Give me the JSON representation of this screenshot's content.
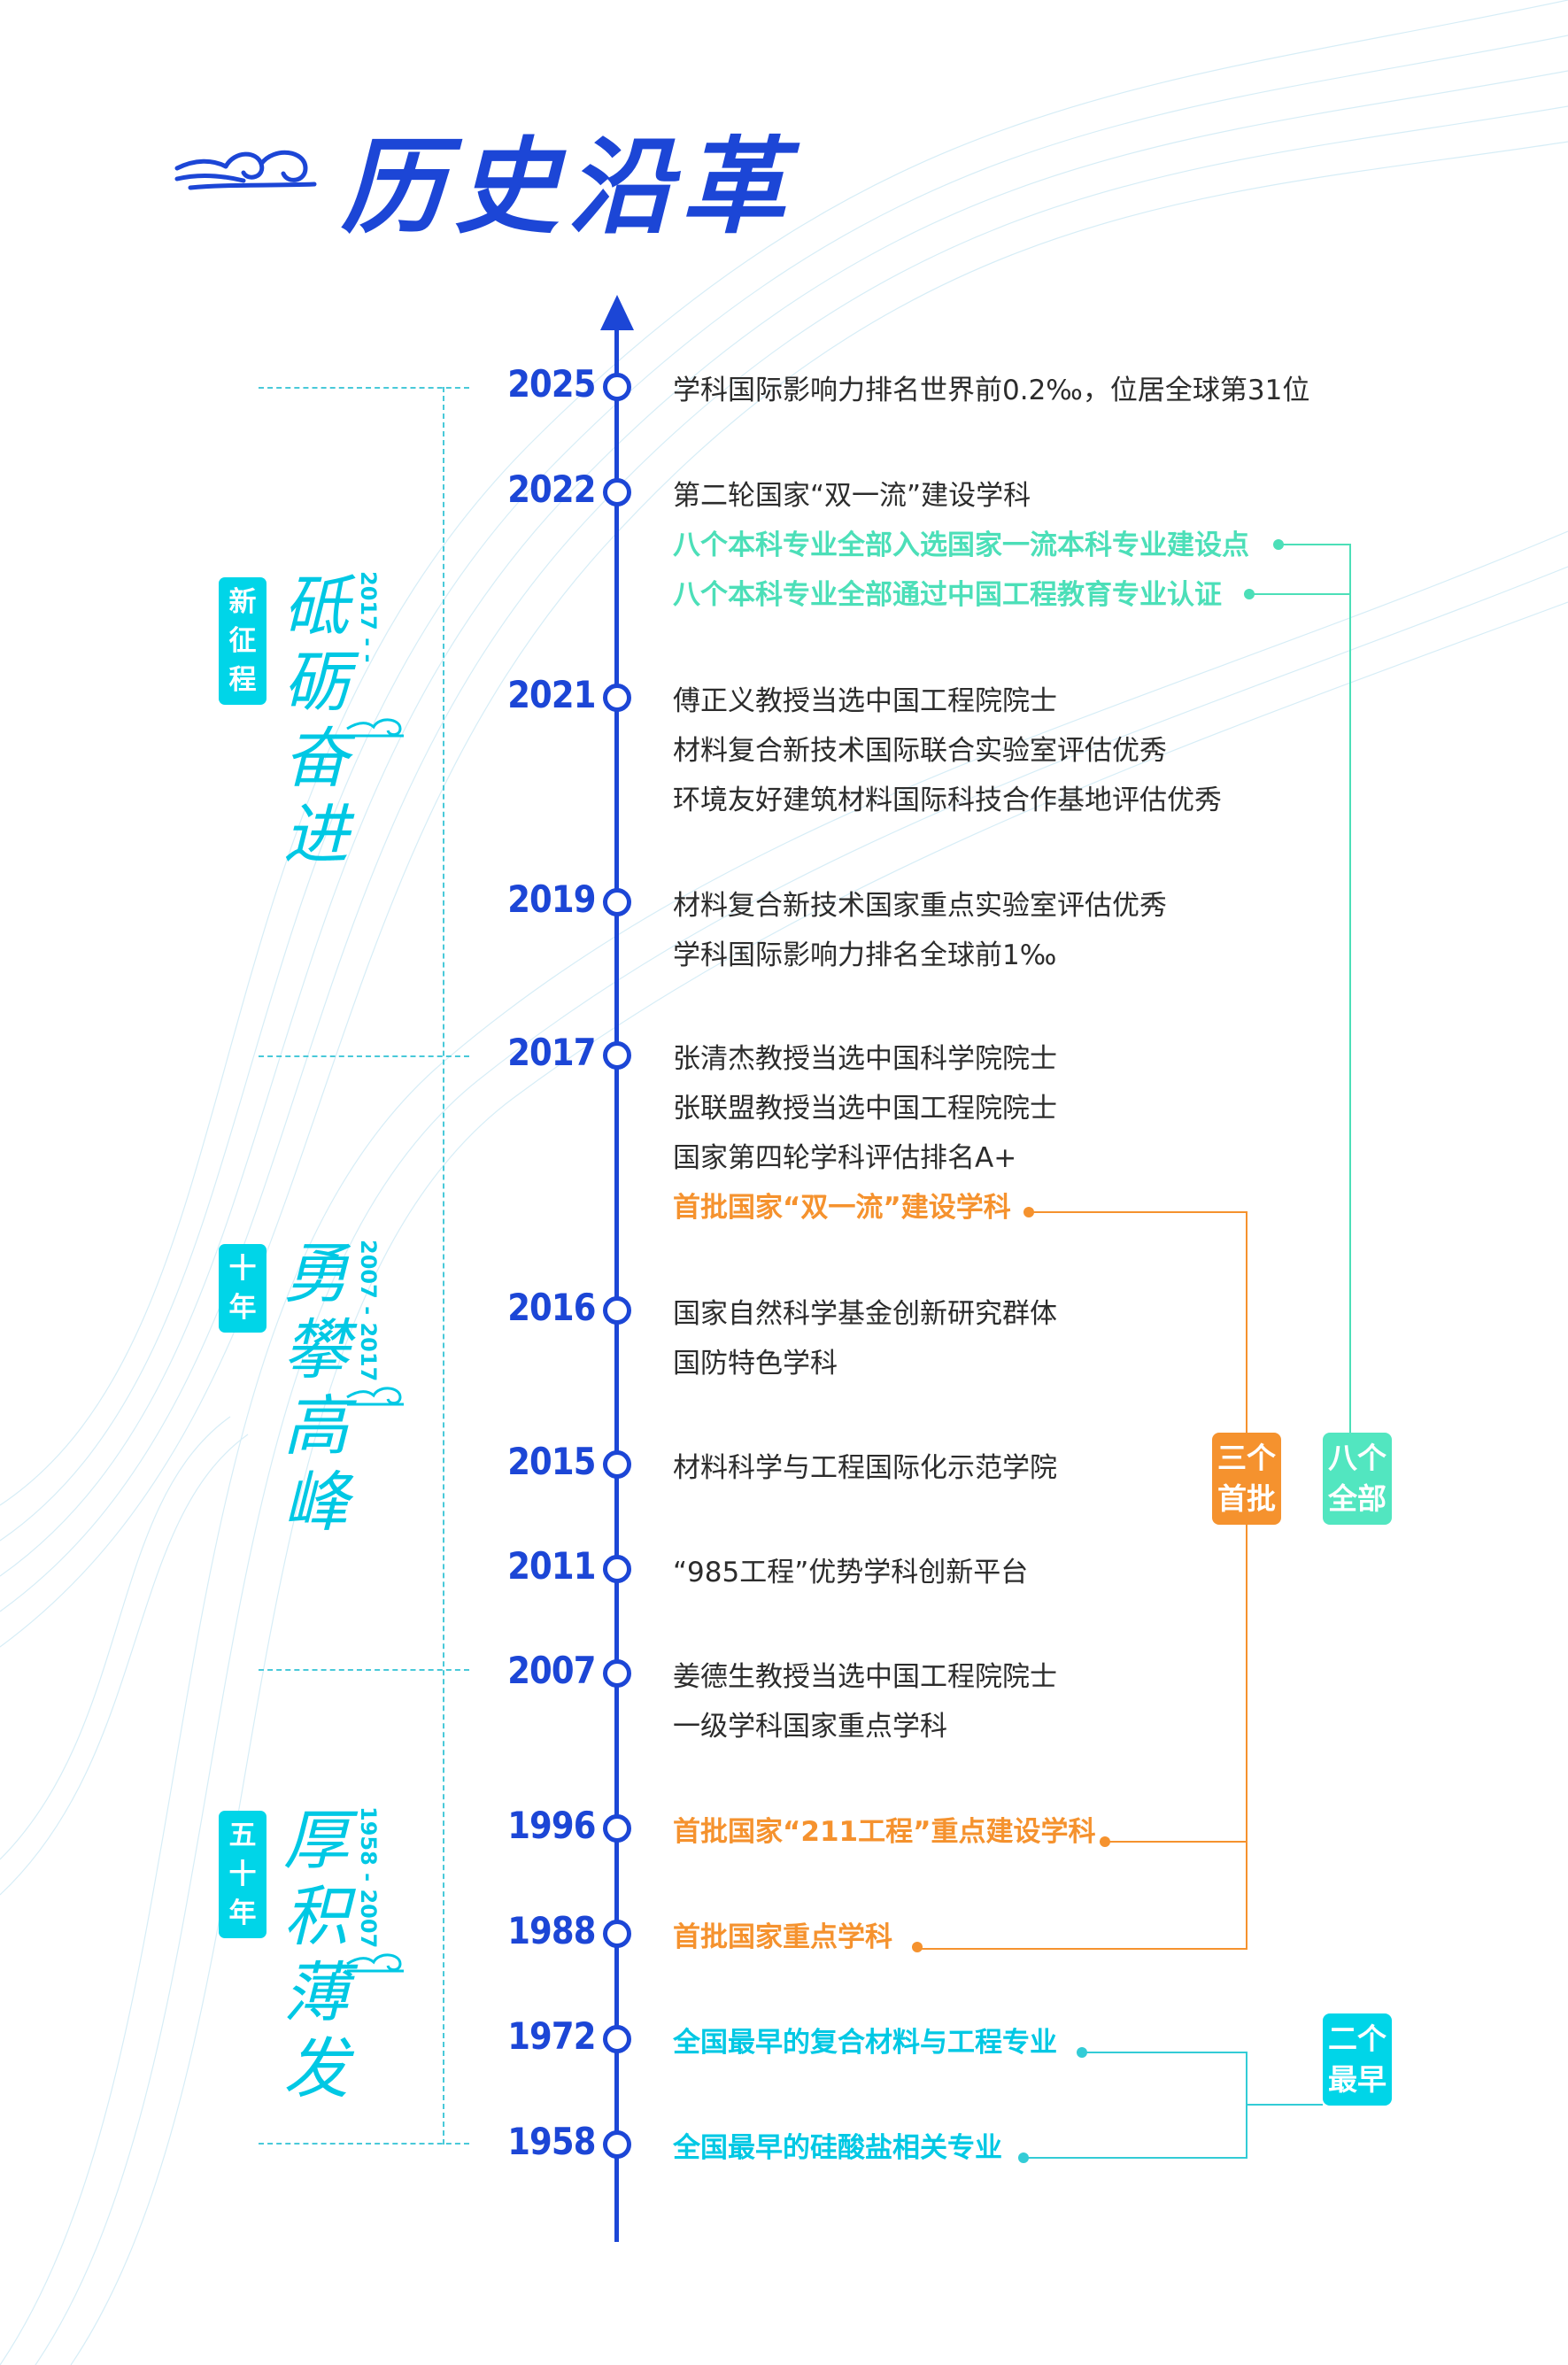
{
  "title": "历史沿革",
  "eras": [
    {
      "box": "新征程",
      "chars": "砥砺奋进",
      "range": "2017 - -"
    },
    {
      "box": "十年",
      "chars": "勇攀高峰",
      "range": "2007 - 2017"
    },
    {
      "box": "五十年",
      "chars": "厚积薄发",
      "range": "1958 - 2007"
    }
  ],
  "timeline": [
    {
      "year": "2025",
      "items": [
        {
          "text": "学科国际影响力排名世界前0.2‰，位居全球第31位",
          "style": "normal"
        }
      ]
    },
    {
      "year": "2022",
      "items": [
        {
          "text": "第二轮国家“双一流”建设学科",
          "style": "normal"
        },
        {
          "text": "八个本科专业全部入选国家一流本科专业建设点",
          "style": "cyan"
        },
        {
          "text": "八个本科专业全部通过中国工程教育专业认证",
          "style": "cyan"
        }
      ]
    },
    {
      "year": "2021",
      "items": [
        {
          "text": "傅正义教授当选中国工程院院士",
          "style": "normal"
        },
        {
          "text": "材料复合新技术国际联合实验室评估优秀",
          "style": "normal"
        },
        {
          "text": "环境友好建筑材料国际科技合作基地评估优秀",
          "style": "normal"
        }
      ]
    },
    {
      "year": "2019",
      "items": [
        {
          "text": "材料复合新技术国家重点实验室评估优秀",
          "style": "normal"
        },
        {
          "text": "学科国际影响力排名全球前1‰",
          "style": "normal"
        }
      ]
    },
    {
      "year": "2017",
      "items": [
        {
          "text": "张清杰教授当选中国科学院院士",
          "style": "normal"
        },
        {
          "text": "张联盟教授当选中国工程院院士",
          "style": "normal"
        },
        {
          "text": "国家第四轮学科评估排名A+",
          "style": "normal"
        },
        {
          "text": "首批国家“双一流”建设学科",
          "style": "orange"
        }
      ]
    },
    {
      "year": "2016",
      "items": [
        {
          "text": "国家自然科学基金创新研究群体",
          "style": "normal"
        },
        {
          "text": "国防特色学科",
          "style": "normal"
        }
      ]
    },
    {
      "year": "2015",
      "items": [
        {
          "text": "材料科学与工程国际化示范学院",
          "style": "normal"
        }
      ]
    },
    {
      "year": "2011",
      "items": [
        {
          "text": "“985工程”优势学科创新平台",
          "style": "normal"
        }
      ]
    },
    {
      "year": "2007",
      "items": [
        {
          "text": "姜德生教授当选中国工程院院士",
          "style": "normal"
        },
        {
          "text": "一级学科国家重点学科",
          "style": "normal"
        }
      ]
    },
    {
      "year": "1996",
      "items": [
        {
          "text": "首批国家“211工程”重点建设学科",
          "style": "orange"
        }
      ]
    },
    {
      "year": "1988",
      "items": [
        {
          "text": "首批国家重点学科",
          "style": "orange"
        }
      ]
    },
    {
      "year": "1972",
      "items": [
        {
          "text": "全国最早的复合材料与工程专业",
          "style": "teal"
        }
      ]
    },
    {
      "year": "1958",
      "items": [
        {
          "text": "全国最早的硅酸盐相关专业",
          "style": "teal"
        }
      ]
    }
  ],
  "brackets": {
    "eight_all": "八个全部",
    "three_first": "三个首批",
    "two_earliest": "二个最早"
  },
  "colors": {
    "primary": "#1c46d6",
    "cyan": "#4cdfb8",
    "orange": "#f5922e",
    "teal": "#00d5e8"
  }
}
